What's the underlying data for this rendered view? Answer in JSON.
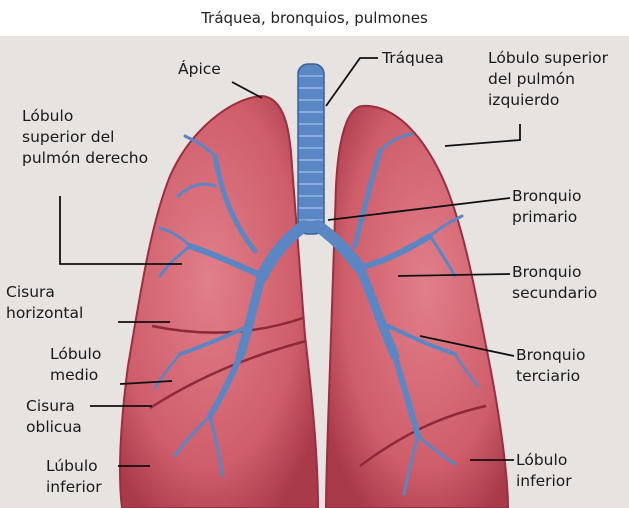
{
  "title": "Tráquea, bronquios, pulmones",
  "labels": {
    "apex": "Ápice",
    "trachea": "Tráquea",
    "left_upper_lobe": "Lóbulo superior\ndel pulmón\nizquierdo",
    "right_upper_lobe": "Lóbulo\nsuperior del\npulmón derecho",
    "primary_bronchus": "Bronquio\nprimario",
    "secondary_bronchus": "Bronquio\nsecundario",
    "tertiary_bronchus": "Bronquio\nterciario",
    "horizontal_fissure": "Cisura\nhorizontal",
    "middle_lobe": "Lóbulo\nmedio",
    "oblique_fissure": "Cisura\noblicua",
    "right_lower_lobe": "Lúbulo\ninferior",
    "left_lower_lobe": "Lóbulo\ninferior"
  },
  "colors": {
    "background": "#e6e3e0",
    "lung_fill": "#cf5d6a",
    "lung_edge": "#9c2f3f",
    "airway": "#5a86c4",
    "leader_line": "#111111"
  }
}
